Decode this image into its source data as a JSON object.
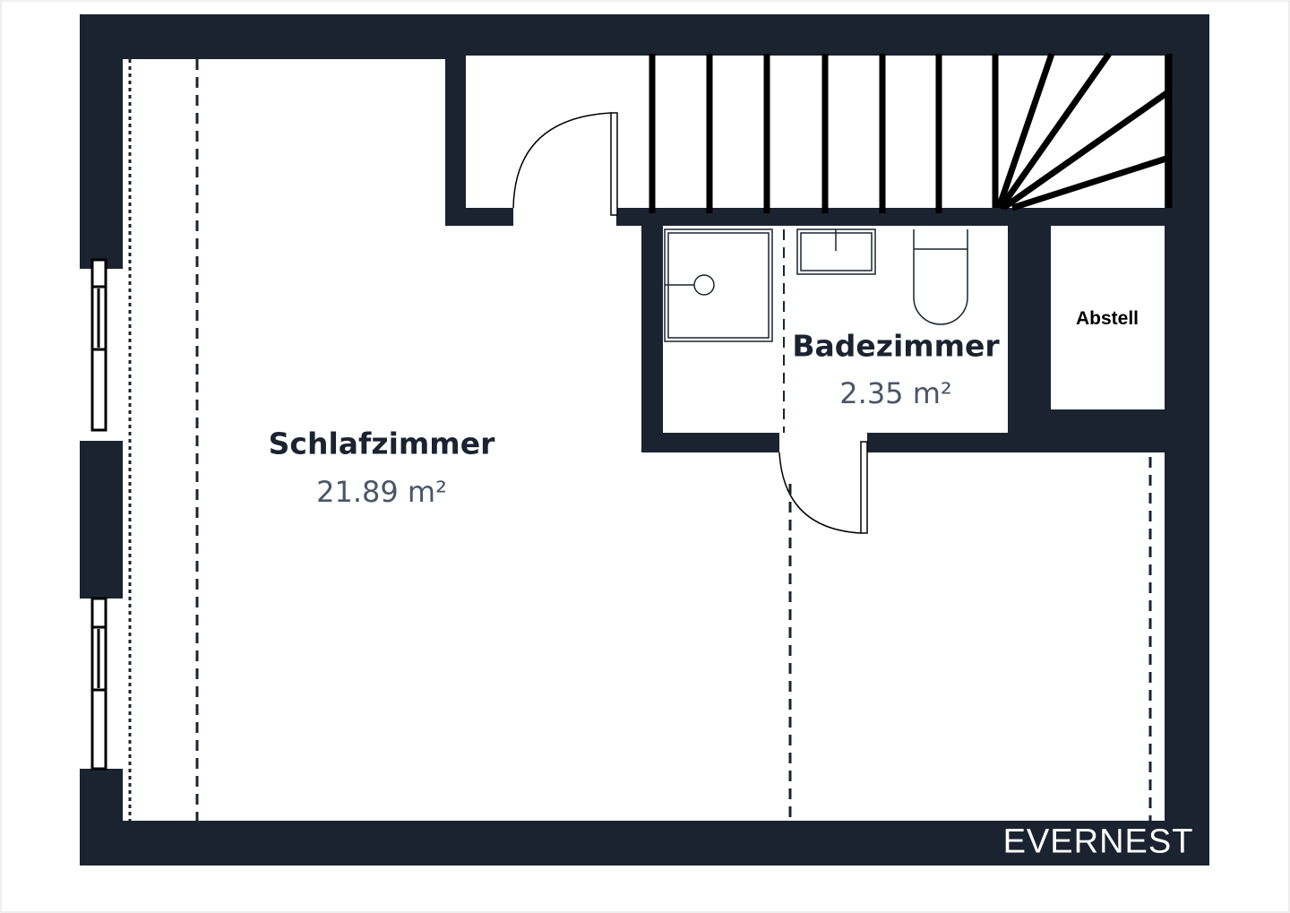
{
  "floorplan": {
    "rooms": [
      {
        "name": "Schlafzimmer",
        "area": "21.89 m²"
      },
      {
        "name": "Badezimmer",
        "area": "2.35 m²"
      },
      {
        "name": "Abstell"
      }
    ],
    "brand": "EVERNEST",
    "colors": {
      "wall": "#1b2330",
      "area_text": "#4a5568",
      "background": "#ffffff"
    }
  }
}
